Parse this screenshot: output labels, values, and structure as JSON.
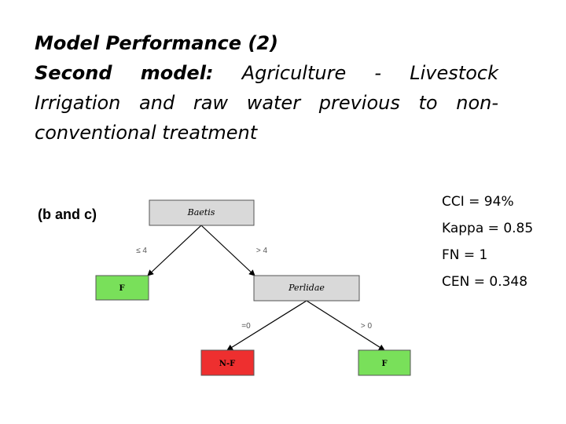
{
  "slide": {
    "title": "Model Performance (2)",
    "subtitle_line1": [
      "Second",
      "model:",
      "Agriculture",
      "-",
      "Livestock"
    ],
    "subtitle_line2": [
      "Irrigation",
      "and",
      "raw",
      "water",
      "previous",
      "to",
      "non-"
    ],
    "subtitle_line3": "conventional treatment"
  },
  "metrics": {
    "cci": "CCI = 94%",
    "kappa": "Kappa = 0.85",
    "fn": "FN = 1",
    "cen": "CEN = 0.348"
  },
  "tree": {
    "panel_label": "(b and c)",
    "root": "Baetis",
    "root_left_edge": "≤ 4",
    "root_right_edge": "> 4",
    "left_leaf": "F",
    "inner": "Perlidae",
    "inner_left_edge": "=0",
    "inner_right_edge": "> 0",
    "leaf_nf": "N-F",
    "leaf_f": "F",
    "colors": {
      "internal": "#d9d9d9",
      "leaf_f": "#79e05a",
      "leaf_nf": "#ee2f2f"
    }
  }
}
